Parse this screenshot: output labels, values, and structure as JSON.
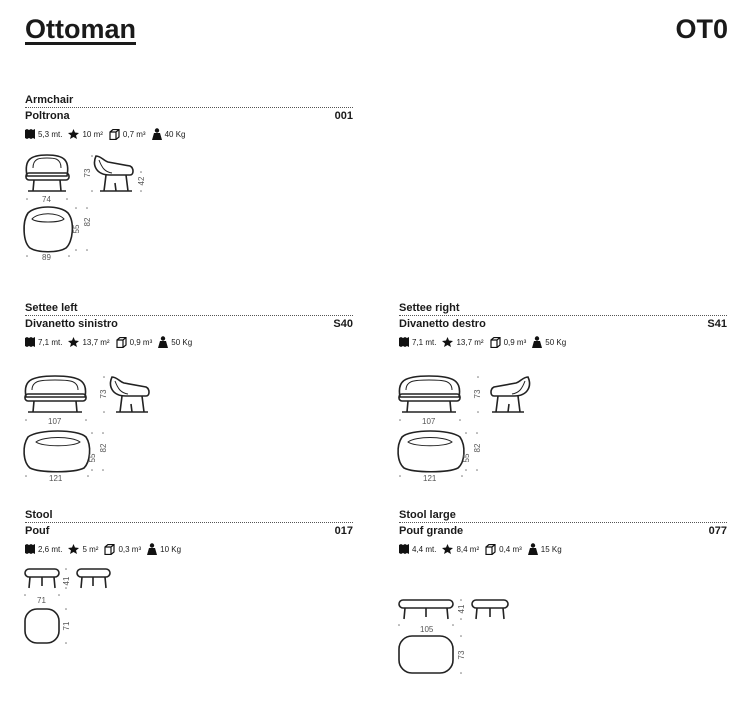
{
  "header": {
    "title": "Ottoman",
    "code": "OT0"
  },
  "products": [
    {
      "en": "Armchair",
      "it": "Poltrona",
      "code": "001",
      "specs": {
        "fabric": "5,3 mt.",
        "leather": "10 m²",
        "volume": "0,7 m³",
        "weight": "40 Kg"
      },
      "dims": {
        "width": "74",
        "height": "73",
        "seat_height": "42",
        "depth": "82",
        "seat_depth": "55",
        "plan_width": "89"
      }
    },
    {
      "en": "Settee left",
      "it": "Divanetto sinistro",
      "code": "S40",
      "specs": {
        "fabric": "7,1 mt.",
        "leather": "13,7 m²",
        "volume": "0,9 m³",
        "weight": "50 Kg"
      },
      "dims": {
        "width": "107",
        "height": "73",
        "depth": "82",
        "seat_depth": "55",
        "plan_width": "121"
      }
    },
    {
      "en": "Settee right",
      "it": "Divanetto destro",
      "code": "S41",
      "specs": {
        "fabric": "7,1 mt.",
        "leather": "13,7 m²",
        "volume": "0,9 m³",
        "weight": "50 Kg"
      },
      "dims": {
        "width": "107",
        "height": "73",
        "depth": "82",
        "seat_depth": "55",
        "plan_width": "121"
      }
    },
    {
      "en": "Stool",
      "it": "Pouf",
      "code": "017",
      "specs": {
        "fabric": "2,6 mt.",
        "leather": "5 m²",
        "volume": "0,3 m³",
        "weight": "10 Kg"
      },
      "dims": {
        "width": "71",
        "height": "41",
        "depth": "71"
      }
    },
    {
      "en": "Stool large",
      "it": "Pouf grande",
      "code": "077",
      "specs": {
        "fabric": "4,4 mt.",
        "leather": "8,4 m²",
        "volume": "0,4 m³",
        "weight": "15 Kg"
      },
      "dims": {
        "width": "105",
        "height": "41",
        "depth": "73"
      }
    }
  ]
}
